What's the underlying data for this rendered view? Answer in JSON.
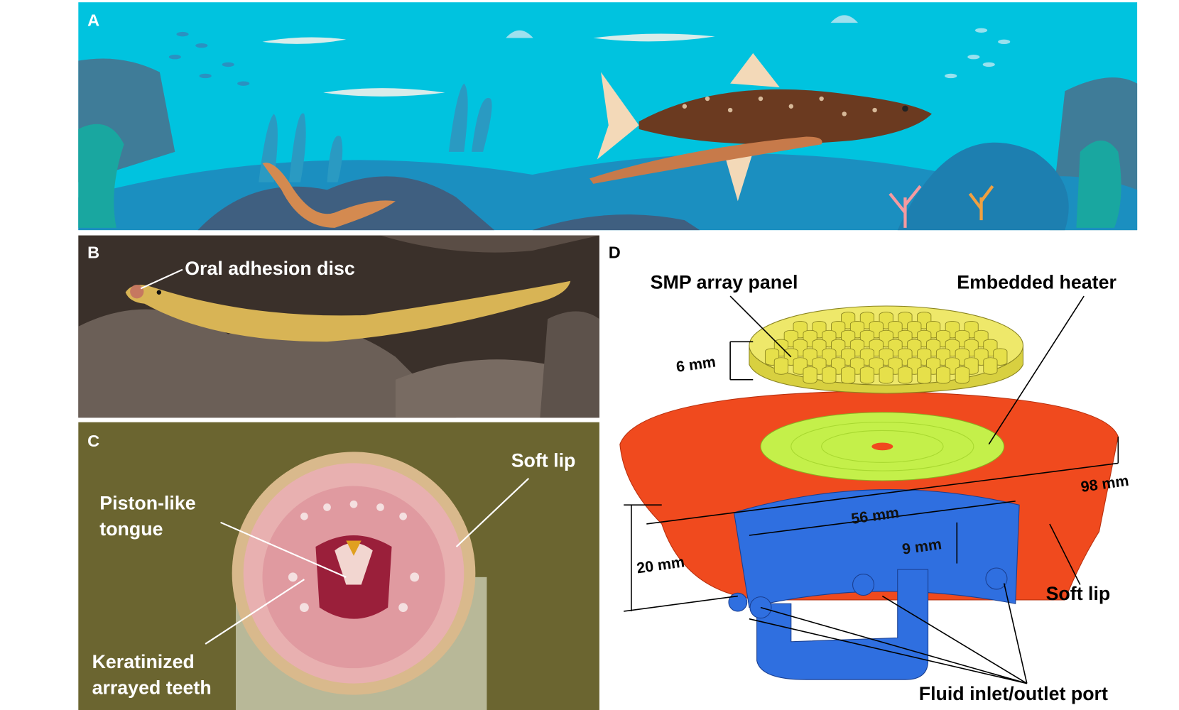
{
  "panels": {
    "a": {
      "letter": "A"
    },
    "b": {
      "letter": "B",
      "label_disc": "Oral adhesion disc"
    },
    "c": {
      "letter": "C",
      "label_lip": "Soft lip",
      "label_tongue_1": "Piston-like",
      "label_tongue_2": "tongue",
      "label_teeth_1": "Keratinized",
      "label_teeth_2": "arrayed teeth"
    },
    "d": {
      "letter": "D",
      "label_smp": "SMP array panel",
      "label_heater": "Embedded heater",
      "dim_6": "6 mm",
      "dim_98": "98 mm",
      "dim_56": "56 mm",
      "dim_9": "9 mm",
      "dim_20": "20 mm",
      "label_lip": "Soft lip",
      "label_port": "Fluid inlet/outlet port"
    }
  },
  "colors": {
    "sea": "#00c3df",
    "lip": "#f04a1e",
    "base": "#2f6fe0",
    "smp": "#e6e04a",
    "heater": "#c4f04a"
  }
}
